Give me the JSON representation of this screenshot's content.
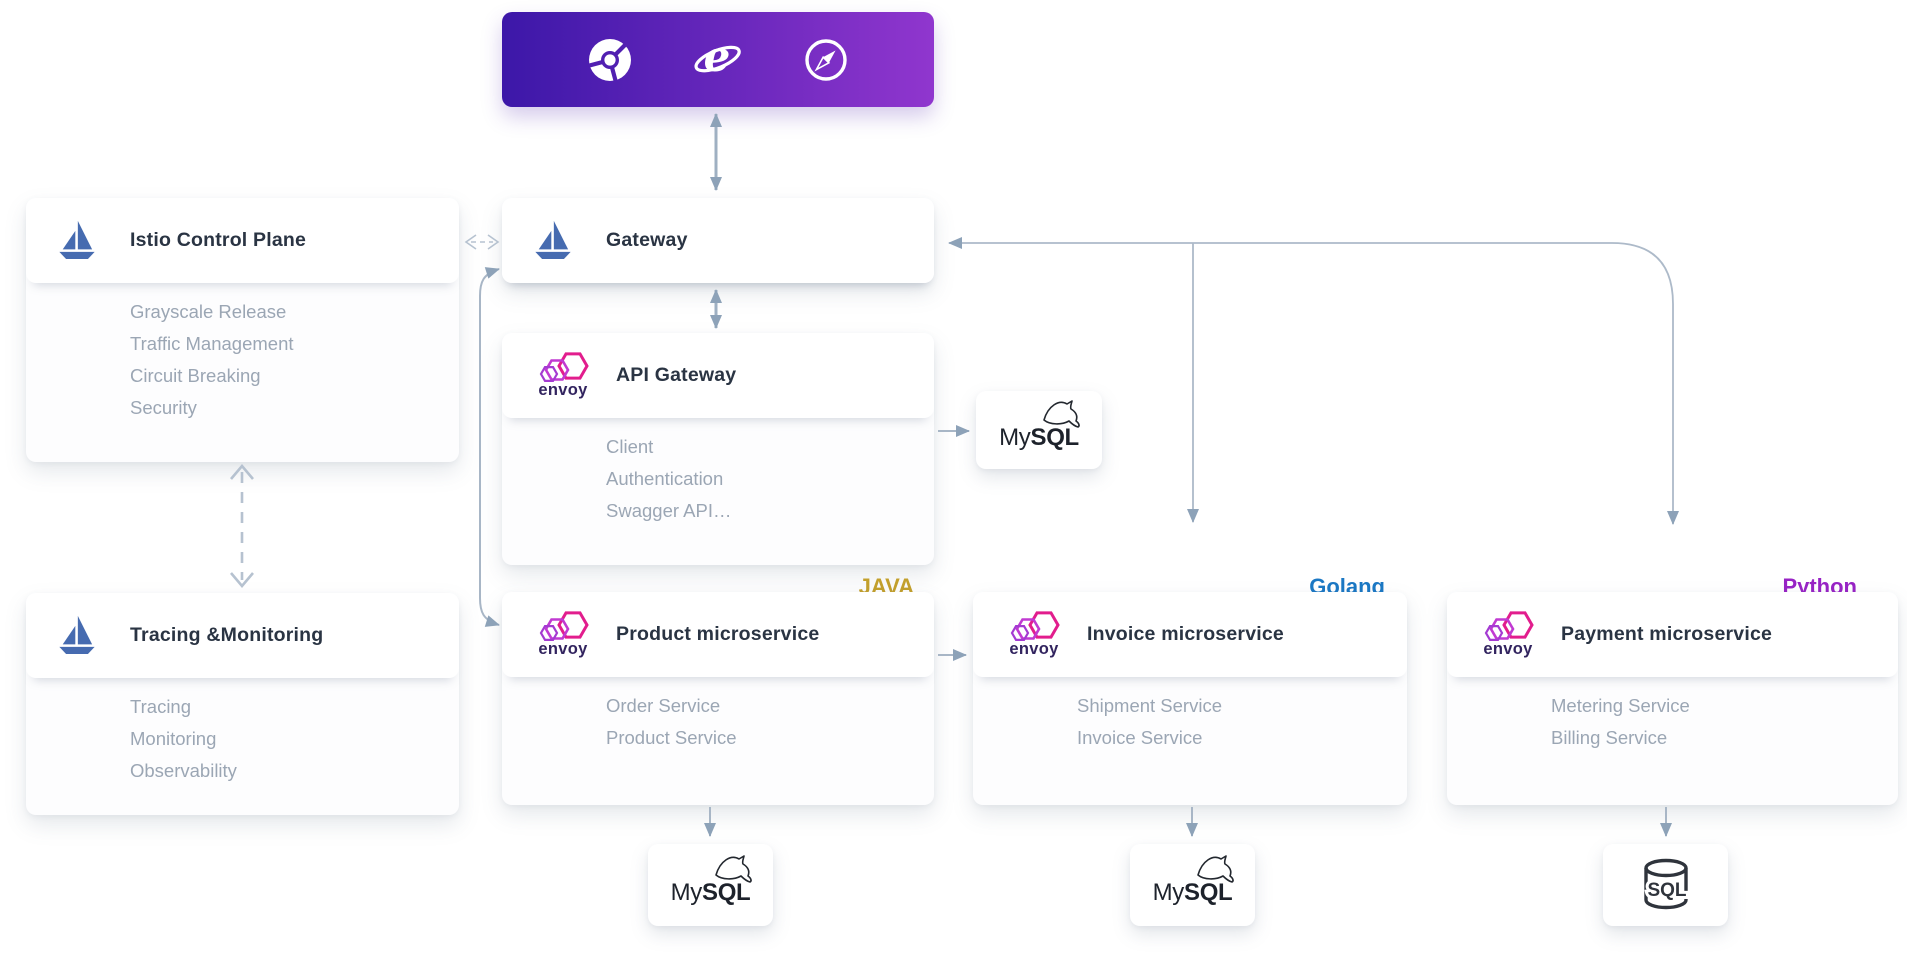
{
  "browser_bar": {
    "icons": [
      "chrome",
      "internet-explorer",
      "safari"
    ]
  },
  "istio_control_plane": {
    "title": "Istio Control Plane",
    "items": [
      "Grayscale Release",
      "Traffic Management",
      "Circuit Breaking",
      "Security"
    ]
  },
  "gateway": {
    "title": "Gateway"
  },
  "api_gateway": {
    "title": "API Gateway",
    "items": [
      "Client",
      "Authentication",
      "Swagger API…"
    ]
  },
  "tracing_monitoring": {
    "title": "Tracing &Monitoring",
    "items": [
      "Tracing",
      "Monitoring",
      "Observability"
    ]
  },
  "product_microservice": {
    "title": "Product microservice",
    "language": "JAVA",
    "language_color": "#c3a02c",
    "items": [
      "Order Service",
      "Product Service"
    ]
  },
  "invoice_microservice": {
    "title": "Invoice microservice",
    "language": "Golang",
    "language_color": "#1b78c4",
    "items": [
      "Shipment Service",
      "Invoice Service"
    ]
  },
  "payment_microservice": {
    "title": "Payment microservice",
    "language": "Python",
    "language_color": "#9823c5",
    "items": [
      "Metering Service",
      "Billing Service"
    ]
  },
  "databases": {
    "api_db": "MySQL",
    "product_db": "MySQL",
    "invoice_db": "MySQL",
    "payment_db": "SQL"
  },
  "logos": {
    "envoy_label": "envoy",
    "istio_alt": "istio-sailboat"
  },
  "colors": {
    "browser_bar_gradient_start": "#3c17a8",
    "browser_bar_gradient_end": "#9036ce",
    "istio_blue": "#466bb0",
    "envoy_pink": "#e21d8d",
    "envoy_text": "#32245f",
    "arrow_shaft": "#a8b6c6",
    "arrow_head": "#8da2b8",
    "dashed_arrow": "#b6c2d0",
    "card_title": "#2a3443",
    "card_item": "#9ba6b4"
  }
}
